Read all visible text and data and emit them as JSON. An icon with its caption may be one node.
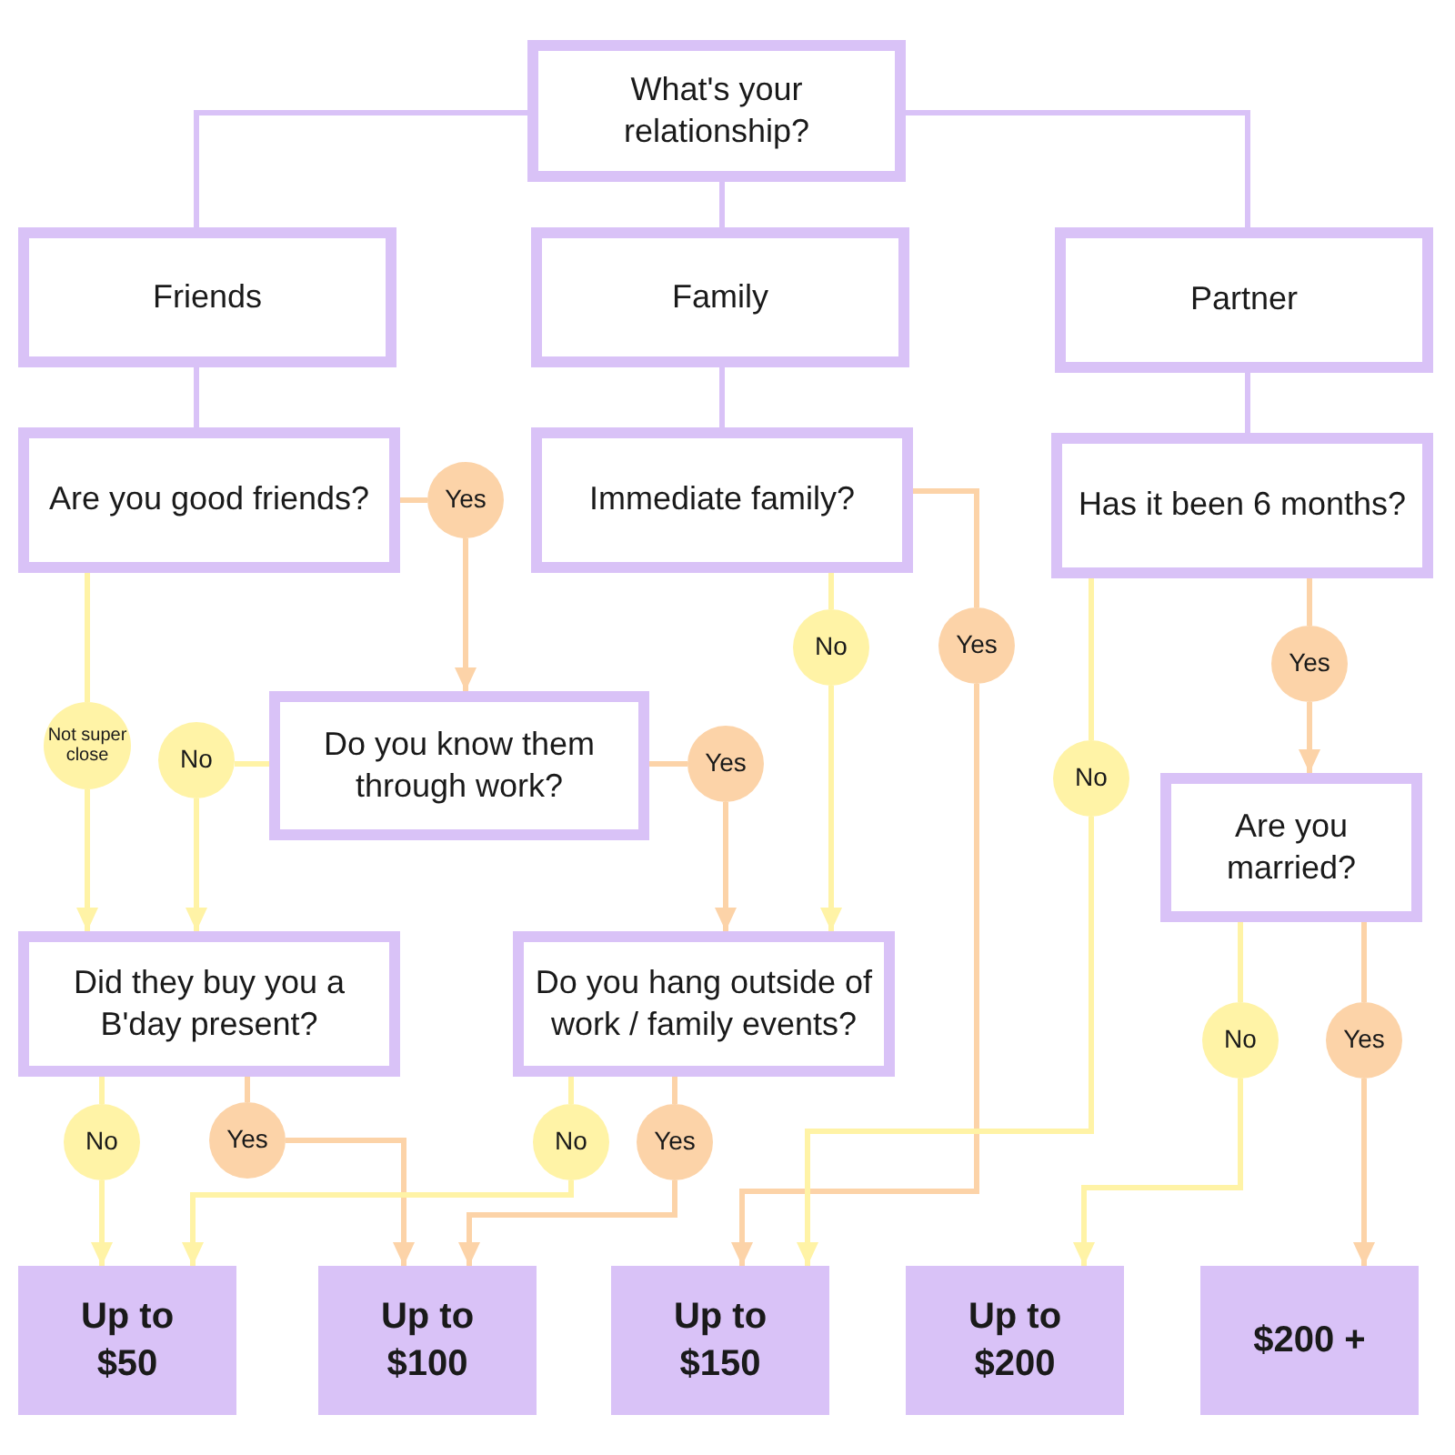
{
  "diagram": {
    "nodes": [
      {
        "text": [
          "What's your relationship?"
        ]
      },
      {
        "text": [
          "Friends"
        ]
      },
      {
        "text": [
          "Family"
        ]
      },
      {
        "text": [
          "Partner"
        ]
      },
      {
        "text": [
          "Are you good friends?"
        ]
      },
      {
        "text": [
          "Yes"
        ]
      },
      {
        "text": [
          "Immediate family?"
        ]
      },
      {
        "text": [
          "Has it been 6 months?"
        ]
      },
      {
        "text": [
          "No"
        ]
      },
      {
        "text": [
          "Yes"
        ]
      },
      {
        "text": [
          "Yes"
        ]
      },
      {
        "text": [
          "Not super close"
        ]
      },
      {
        "text": [
          "No"
        ]
      },
      {
        "text": [
          "Do you know them through work?"
        ]
      },
      {
        "text": [
          "Yes"
        ]
      },
      {
        "text": [
          "No"
        ]
      },
      {
        "text": [
          "Are you married?"
        ]
      },
      {
        "text": [
          "Did they buy you a B'day present?"
        ]
      },
      {
        "text": [
          "Do you hang outside of work / family events?"
        ]
      },
      {
        "text": [
          "No"
        ]
      },
      {
        "text": [
          "Yes"
        ]
      },
      {
        "text": [
          "No"
        ]
      },
      {
        "text": [
          "Yes"
        ]
      },
      {
        "text": [
          "No"
        ]
      },
      {
        "text": [
          "Yes"
        ]
      },
      {
        "text": [
          "Up to $50"
        ]
      },
      {
        "text": [
          "Up to $100"
        ]
      },
      {
        "text": [
          "Up to $150"
        ]
      },
      {
        "text": [
          "Up to $200"
        ]
      },
      {
        "text": [
          "$200 +"
        ]
      }
    ],
    "edges": [
      {
        "from": 0,
        "to": 1,
        "arrow": "none",
        "color": "#d9c2f7"
      },
      {
        "from": 0,
        "to": 2,
        "arrow": "none",
        "color": "#d9c2f7"
      },
      {
        "from": 0,
        "to": 3,
        "arrow": "none",
        "color": "#d9c2f7"
      },
      {
        "from": 1,
        "to": 4,
        "arrow": "none",
        "color": "#d9c2f7"
      },
      {
        "from": 2,
        "to": 6,
        "arrow": "none",
        "color": "#d9c2f7"
      },
      {
        "from": 3,
        "to": 7,
        "arrow": "none",
        "color": "#d9c2f7"
      },
      {
        "from": 4,
        "to": 5,
        "arrow": "none",
        "color": "#fcd3a8"
      },
      {
        "from": 5,
        "to": 13,
        "arrow": "to",
        "color": "#fcd3a8"
      },
      {
        "from": 4,
        "to": 11,
        "arrow": "none",
        "color": "#fff3a6"
      },
      {
        "from": 11,
        "to": 17,
        "arrow": "to",
        "color": "#fff3a6"
      },
      {
        "from": 13,
        "to": 12,
        "arrow": "none",
        "color": "#fff3a6"
      },
      {
        "from": 12,
        "to": 17,
        "arrow": "to",
        "color": "#fff3a6"
      },
      {
        "from": 13,
        "to": 14,
        "arrow": "none",
        "color": "#fcd3a8"
      },
      {
        "from": 14,
        "to": 18,
        "arrow": "to",
        "color": "#fcd3a8"
      },
      {
        "from": 6,
        "to": 8,
        "arrow": "none",
        "color": "#fff3a6"
      },
      {
        "from": 8,
        "to": 18,
        "arrow": "to",
        "color": "#fff3a6"
      },
      {
        "from": 6,
        "to": 9,
        "arrow": "none",
        "color": "#fcd3a8"
      },
      {
        "from": 9,
        "to": 27,
        "arrow": "to",
        "color": "#fcd3a8"
      },
      {
        "from": 7,
        "to": 15,
        "arrow": "none",
        "color": "#fff3a6"
      },
      {
        "from": 15,
        "to": 27,
        "arrow": "to",
        "color": "#fff3a6"
      },
      {
        "from": 7,
        "to": 10,
        "arrow": "none",
        "color": "#fcd3a8"
      },
      {
        "from": 10,
        "to": 16,
        "arrow": "to",
        "color": "#fcd3a8"
      },
      {
        "from": 16,
        "to": 19,
        "arrow": "none",
        "color": "#fff3a6"
      },
      {
        "from": 19,
        "to": 28,
        "arrow": "to",
        "color": "#fff3a6"
      },
      {
        "from": 16,
        "to": 20,
        "arrow": "none",
        "color": "#fcd3a8"
      },
      {
        "from": 20,
        "to": 29,
        "arrow": "to",
        "color": "#fcd3a8"
      },
      {
        "from": 17,
        "to": 21,
        "arrow": "none",
        "color": "#fff3a6"
      },
      {
        "from": 21,
        "to": 25,
        "arrow": "to",
        "color": "#fff3a6"
      },
      {
        "from": 17,
        "to": 22,
        "arrow": "none",
        "color": "#fcd3a8"
      },
      {
        "from": 22,
        "to": 26,
        "arrow": "to",
        "color": "#fcd3a8"
      },
      {
        "from": 18,
        "to": 23,
        "arrow": "none",
        "color": "#fff3a6"
      },
      {
        "from": 23,
        "to": 25,
        "arrow": "to",
        "color": "#fff3a6"
      },
      {
        "from": 18,
        "to": 24,
        "arrow": "none",
        "color": "#fcd3a8"
      },
      {
        "from": 24,
        "to": 26,
        "arrow": "to",
        "color": "#fcd3a8"
      }
    ]
  }
}
